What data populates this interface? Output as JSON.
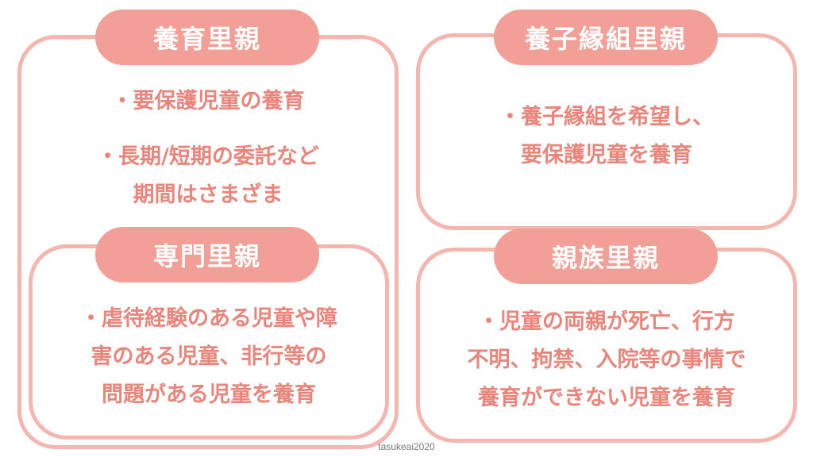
{
  "foster": {
    "title": "養育里親",
    "lines": [
      "・要保護児童の養育",
      "・長期/短期の委託など",
      "期間はさまざま"
    ]
  },
  "adoption": {
    "title": "養子縁組里親",
    "lines": [
      "・養子縁組を希望し、",
      "要保護児童を養育"
    ]
  },
  "specialized": {
    "title": "専門里親",
    "lines": [
      "・虐待経験のある児童や障",
      "害のある児童、非行等の",
      "問題がある児童を養育"
    ]
  },
  "kinship": {
    "title": "親族里親",
    "lines": [
      "・児童の両親が死亡、行方",
      "不明、拘禁、入院等の事情で",
      "養育ができない児童を養育"
    ]
  },
  "credit": "tasukeai2020"
}
